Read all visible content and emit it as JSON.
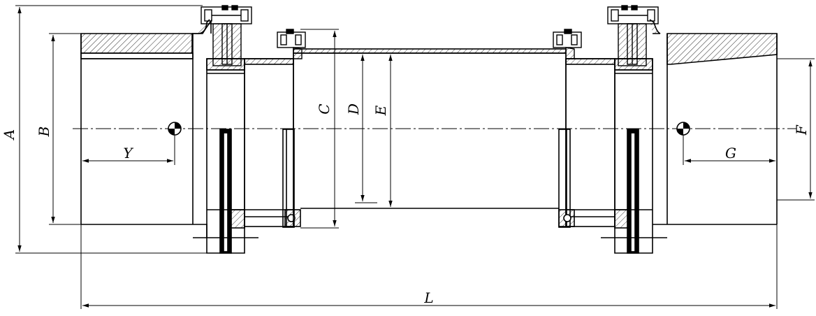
{
  "dimensions": {
    "A": "A",
    "B": "B",
    "C": "C",
    "D": "D",
    "E": "E",
    "F": "F",
    "G": "G",
    "Y": "Y",
    "L": "L"
  },
  "colors": {
    "line": "#000000",
    "background": "#ffffff"
  }
}
